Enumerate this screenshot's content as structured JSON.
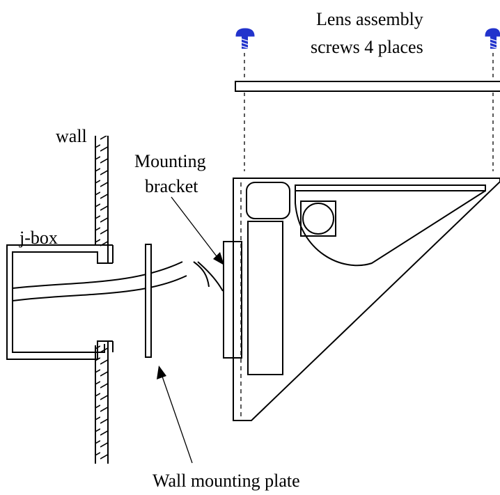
{
  "labels": {
    "lens_screws_line1": "Lens assembly",
    "lens_screws_line2": "screws 4 places",
    "wall": "wall",
    "jbox": "j-box",
    "mounting_bracket_line1": "Mounting",
    "mounting_bracket_line2": "bracket",
    "wall_plate": "Wall mounting plate"
  },
  "colors": {
    "line": "#000000",
    "screw": "#2233cc",
    "background": "#ffffff"
  },
  "icons": {
    "screw": "screw-icon"
  }
}
